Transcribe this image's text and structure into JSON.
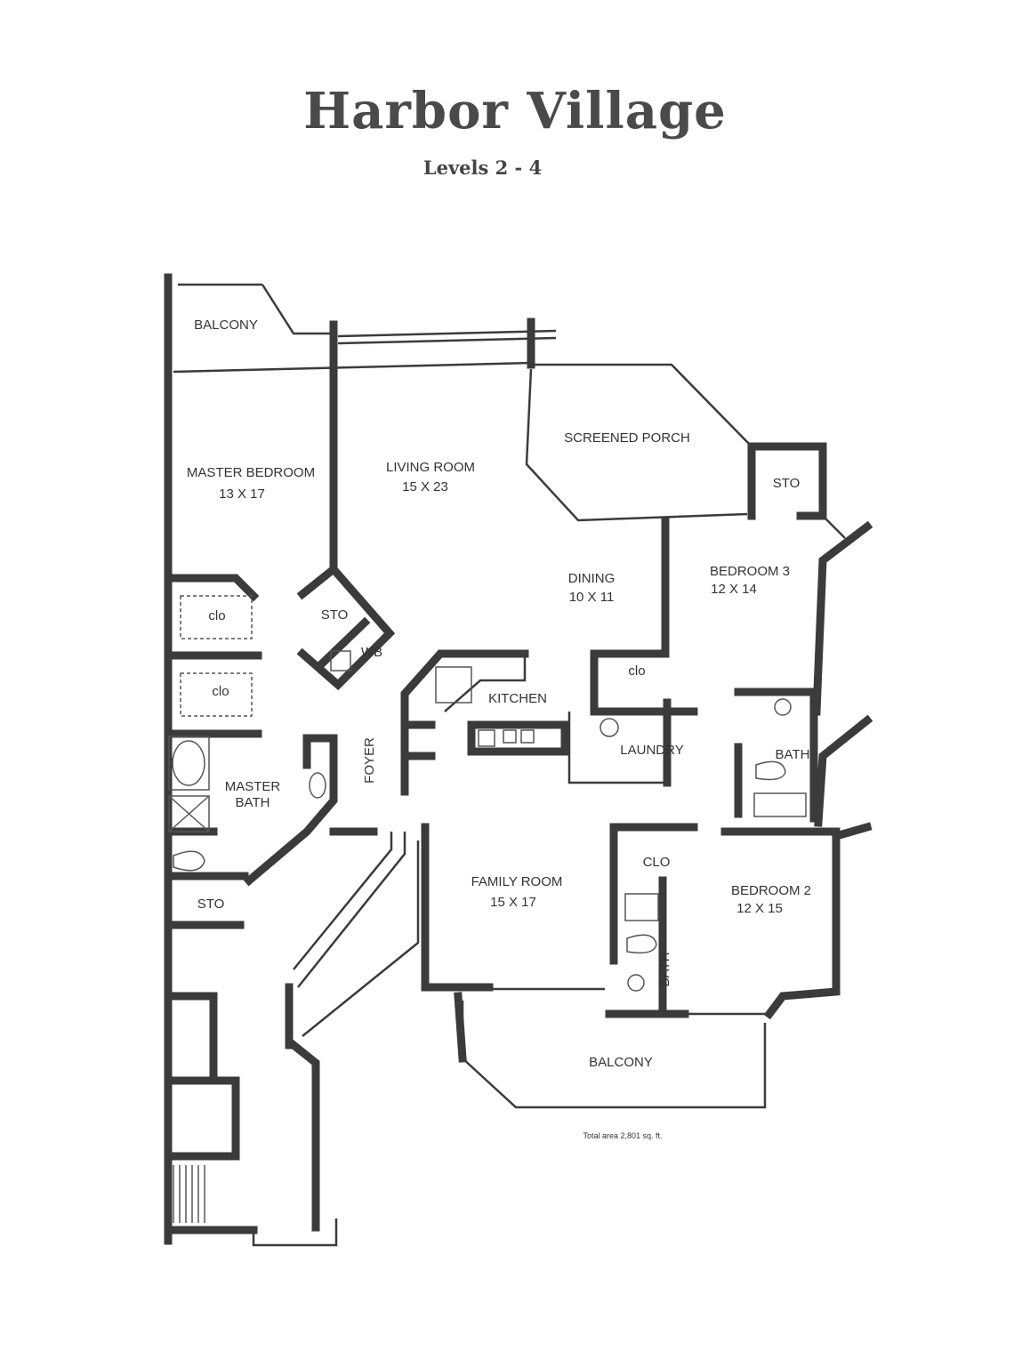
{
  "header": {
    "title": "Harbor Village",
    "subtitle": "Levels 2 - 4"
  },
  "rooms": {
    "balcony_top": "BALCONY",
    "master_bedroom": {
      "name": "MASTER BEDROOM",
      "size": "13 X 17"
    },
    "living_room": {
      "name": "LIVING ROOM",
      "size": "15 X 23"
    },
    "screened_porch": "SCREENED PORCH",
    "sto_porch": "STO",
    "dining": {
      "name": "DINING",
      "size": "10 X 11"
    },
    "bedroom3": {
      "name": "BEDROOM 3",
      "size": "12 X 14"
    },
    "clo1": "clo",
    "clo2": "clo",
    "sto_center": "STO",
    "wb": "WB",
    "kitchen": "KITCHEN",
    "clo_kitchen": "clo",
    "laundry": "LAUNDRY",
    "foyer": "FOYER",
    "master_bath": {
      "line1": "MASTER",
      "line2": "BATH"
    },
    "bath3": "BATH",
    "sto_bath": "STO",
    "family_room": {
      "name": "FAMILY ROOM",
      "size": "15 X 17"
    },
    "clo_bed2": "CLO",
    "bedroom2": {
      "name": "BEDROOM 2",
      "size": "12 X 15"
    },
    "bath2": "BATH",
    "balcony_bottom": "BALCONY"
  },
  "footer": {
    "total_area": "Total area 2,801 sq. ft."
  }
}
